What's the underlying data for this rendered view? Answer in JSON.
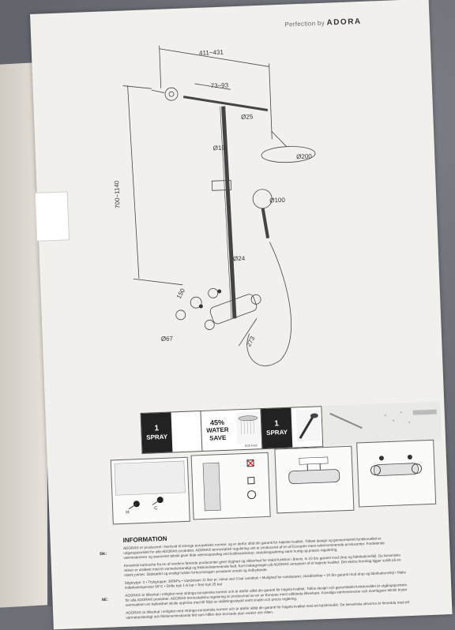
{
  "brand": {
    "prefix": "Perfection by",
    "name": "ADORA"
  },
  "dimensions": {
    "total_width": "411~431",
    "arm_offset": "73~93",
    "pipe_top": "Ø25",
    "rail": "Ø19",
    "head_shower": "Ø200",
    "hand_shower": "Ø100",
    "height": "700~1140",
    "lower_pipe": "Ø24",
    "spacing": "150",
    "flange": "Ø67",
    "hose_length": "273"
  },
  "features": [
    {
      "num": "1",
      "label": "SPRAY",
      "caption": "Soft Rain"
    },
    {
      "num": "45%",
      "label1": "WATER",
      "label2": "SAVE"
    },
    {
      "num": "1",
      "label": "SPRAY"
    }
  ],
  "step_labels": {
    "hot": "H",
    "cold": "C"
  },
  "information": {
    "title": "INFORMATION",
    "dk_label": "DK:",
    "se_label": "SE:",
    "dk_text": "ADORA® er produceret i henhold til strenge europæiske normer, og er derfor altid din garanti for højeste kvalitet. Tidløst design og gennemtænkt funktionalitet er udgangspunktet for alle ADORA® produkter. ADORA® termostatisk regulering unit er produceret af en af Europæs mest velrenommerede producenter. Fordelende værnesterener og avanceret teknik giver tilde værnsspanding ved koldtvandsstop, skoldningssikring samt hurtig og præcis regulering.",
    "dk_text2": "Keramisk kartouche fra en af verdens førende producenter giver tryghed og sikkerhed for stabil funktion i årevis, to 10 års garanti mod drop og fabrikationsfejl. De keramiske skiver er utsliteet med et varmebestandigt og friktionshæmmende fedt. Kom belægningen på ADORA® armaturer af et højeste kvalitet. Det ekstra kromlag ligger solidt på en stærk primer. Slidstærkt og ensfigt holder forkromningen armaturet smukt og indbydende.",
    "dk_text3": "Stigtnytpe: 2 • Trykgruppe: 300kPa • Vandstrøm 11 liter pr. minut ved 3 bar vandtryk • Mulighed for vandsparer, skoldblokker • 10 års garanti mod drop og fabrikationsfejl • Maks indløbstemperatur 90°C • Drifts tryk 1-6 bar • Test tryk 25 bar",
    "se_text": "ADORA® är tillverkat i enlighet med stränga europeiska normer och är därför alltid din garanti för högsta kvalitet. Tidlös design och genomtänkt funktionalitet är utgångspunkten för alla ADORA® produkter. ADORA® termostatiska regulering är producerad av en av Europas mest välkända tillverkare. Kanaliga värmesensorer och överlägsen teknik bryter varmvattnet om kallvattnet skulle upphöra med till följd av skållningsskydd samt snabb och precis reglering.",
    "se_text2": "ADORA® är tillverkat i enlighet med stränga europeiska normer och är därför alltid din garanti för högsta kvalitet med ett fabriksnabb. De keramiska skivorna är försedda med ett värmebeständigt och friktionsminskande fett som håller den kromade ytan vacker och sliten."
  }
}
